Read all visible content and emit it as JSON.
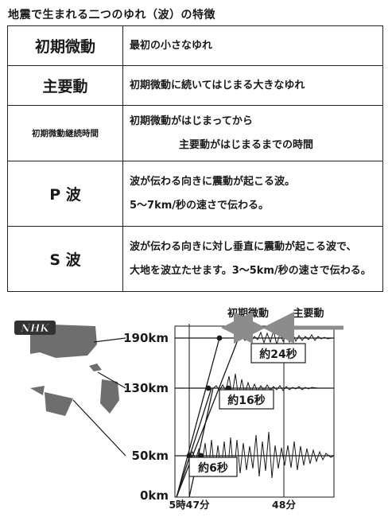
{
  "title": "地震で生まれる二つのゆれ（波）の特徴",
  "table": {
    "rows": [
      {
        "term": "初期微動",
        "desc": [
          "最初の小さなゆれ"
        ]
      },
      {
        "term": "主要動",
        "desc": [
          "初期微動に続いてはじまる大きなゆれ"
        ]
      },
      {
        "term": "初期微動継続時間",
        "desc": [
          "初期微動がはじまってから",
          "主要動がはじまるまでの時間"
        ]
      },
      {
        "term": "P 波",
        "desc": [
          "波が伝わる向きに震動が起こる波。",
          "5～7km/秒の速さで伝わる。"
        ]
      },
      {
        "term": "S 波",
        "desc": [
          "波が伝わる向きに対し垂直に震動が起こる波で、",
          "大地を波立たせます。3～5km/秒の速さで伝わる。"
        ]
      }
    ]
  },
  "figure": {
    "logo": "NHK",
    "legend_initial": "初期微動",
    "legend_main": "主要動",
    "distances": [
      {
        "label": "190km",
        "km": 190,
        "duration": "約24秒"
      },
      {
        "label": "130km",
        "km": 130,
        "duration": "約16秒"
      },
      {
        "label": "50km",
        "km": 50,
        "duration": "約6秒"
      },
      {
        "label": "0km",
        "km": 0
      }
    ],
    "time_start": "5時47分",
    "time_next": "48分",
    "colors": {
      "arrow": "#8c8c8c",
      "ink": "#1a1a1a",
      "land": "#6e6e6e"
    }
  }
}
